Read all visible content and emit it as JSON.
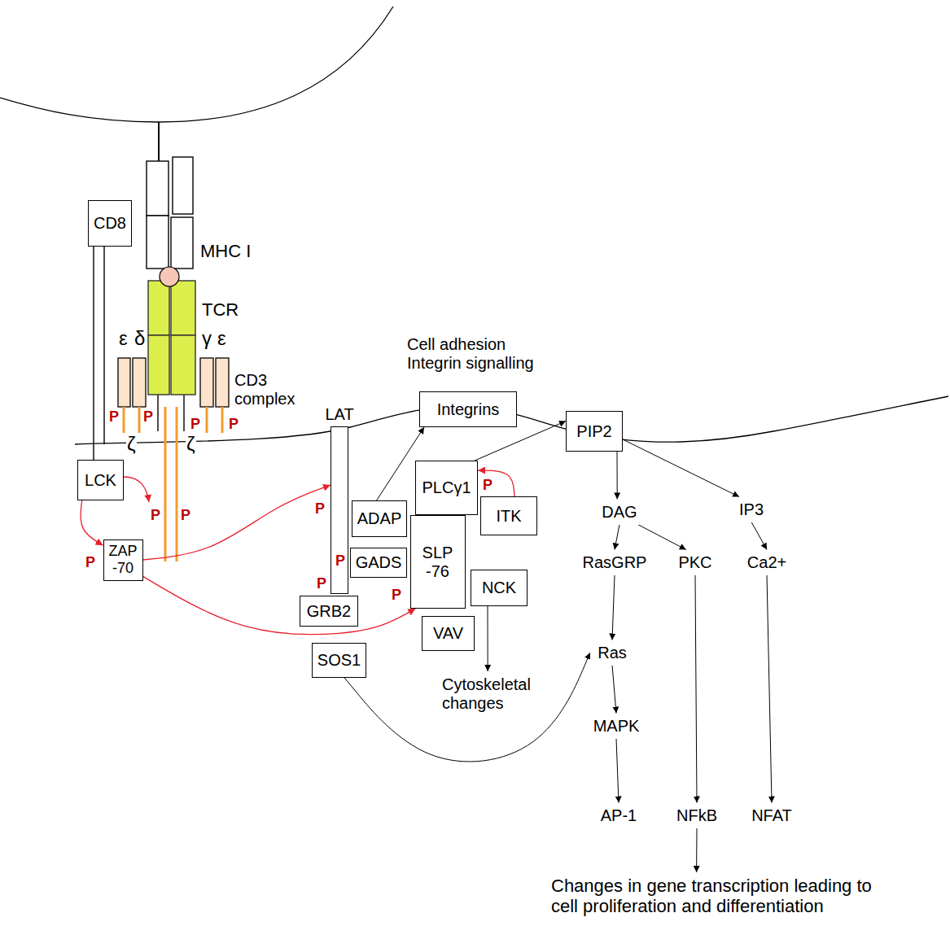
{
  "diagram": {
    "nodes": [
      {
        "text": [
          "CD8"
        ]
      },
      {
        "text": [
          "LCK"
        ]
      },
      {
        "text": [
          "ZAP -70"
        ]
      },
      {
        "text": [
          "LAT"
        ]
      },
      {
        "text": [
          "ADAP"
        ]
      },
      {
        "text": [
          "GADS"
        ]
      },
      {
        "text": [
          "GRB2"
        ]
      },
      {
        "text": [
          "SOS1"
        ]
      },
      {
        "text": [
          "SLP -76"
        ]
      },
      {
        "text": [
          "PLCγ1"
        ]
      },
      {
        "text": [
          "ITK"
        ]
      },
      {
        "text": [
          "NCK"
        ]
      },
      {
        "text": [
          "VAV"
        ]
      },
      {
        "text": [
          "Cytoskeletal changes"
        ]
      },
      {
        "text": [
          "Integrins"
        ]
      },
      {
        "text": [
          "PIP2"
        ]
      },
      {
        "text": [
          "DAG"
        ]
      },
      {
        "text": [
          "IP3"
        ]
      },
      {
        "text": [
          "RasGRP"
        ]
      },
      {
        "text": [
          "PKC"
        ]
      },
      {
        "text": [
          "Ca2+"
        ]
      },
      {
        "text": [
          "Ras"
        ]
      },
      {
        "text": [
          "MAPK"
        ]
      },
      {
        "text": [
          "AP-1"
        ]
      },
      {
        "text": [
          "NFkB"
        ]
      },
      {
        "text": [
          "NFAT"
        ]
      },
      {
        "text": [
          "Changes in gene transcription leading to cell proliferation and differentiation"
        ]
      }
    ],
    "edges": [
      {
        "from": 1,
        "to": 2,
        "arrow": "to"
      },
      {
        "from": 2,
        "to": 3,
        "arrow": "to"
      },
      {
        "from": 2,
        "to": 8,
        "arrow": "to"
      },
      {
        "from": 10,
        "to": 9,
        "arrow": "to"
      },
      {
        "from": 4,
        "to": 14,
        "arrow": "to"
      },
      {
        "from": 9,
        "to": 15,
        "arrow": "to"
      },
      {
        "from": 15,
        "to": 16,
        "arrow": "to"
      },
      {
        "from": 15,
        "to": 17,
        "arrow": "to"
      },
      {
        "from": 16,
        "to": 18,
        "arrow": "to"
      },
      {
        "from": 16,
        "to": 19,
        "arrow": "to"
      },
      {
        "from": 18,
        "to": 21,
        "arrow": "to"
      },
      {
        "from": 21,
        "to": 22,
        "arrow": "to"
      },
      {
        "from": 22,
        "to": 23,
        "arrow": "to"
      },
      {
        "from": 19,
        "to": 24,
        "arrow": "to"
      },
      {
        "from": 17,
        "to": 20,
        "arrow": "to"
      },
      {
        "from": 20,
        "to": 25,
        "arrow": "to"
      },
      {
        "from": 24,
        "to": 26,
        "arrow": "to"
      },
      {
        "from": 7,
        "to": 21,
        "arrow": "to"
      },
      {
        "from": 11,
        "to": 13,
        "arrow": "to"
      }
    ],
    "labels": [
      "MHC I",
      "TCR",
      "CD3 complex",
      "Cell adhesion Integrin signalling",
      "ε",
      "δ",
      "γ",
      "ε",
      "ζ",
      "ζ",
      "P",
      "P",
      "P",
      "P",
      "P",
      "P",
      "P",
      "P",
      "P",
      "P",
      "P",
      "P"
    ]
  }
}
